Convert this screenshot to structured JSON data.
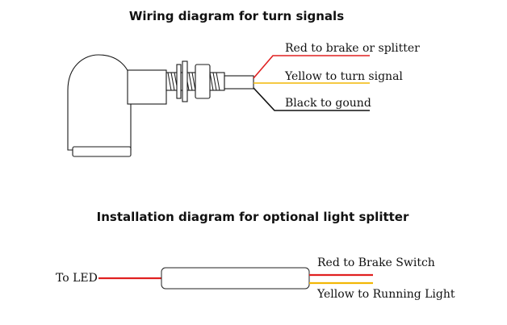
{
  "wiring_diagram": {
    "title": "Wiring diagram for turn signals",
    "wires": [
      {
        "label": "Red to brake or splitter",
        "color": "#e02020"
      },
      {
        "label": "Yellow to turn signal",
        "color": "#f2b705"
      },
      {
        "label": "Black to gound",
        "color": "#111111"
      }
    ]
  },
  "splitter_diagram": {
    "title": "Installation diagram for optional light splitter",
    "input_label": "To LED",
    "outputs": [
      {
        "label": "Red to Brake Switch",
        "color": "#e02020"
      },
      {
        "label": "Yellow to Running Light",
        "color": "#f2b705"
      }
    ]
  }
}
